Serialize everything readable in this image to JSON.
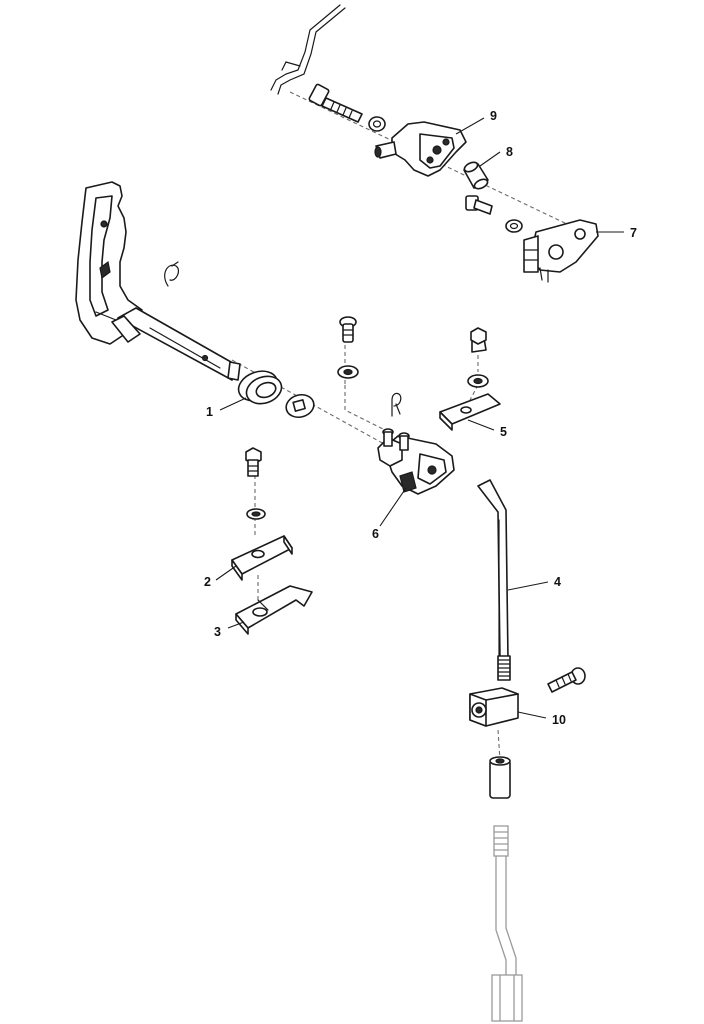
{
  "callouts": {
    "c1": "1",
    "c2": "2",
    "c3": "3",
    "c4": "4",
    "c5": "5",
    "c6": "6",
    "c7": "7",
    "c8": "8",
    "c9": "9",
    "c10": "10"
  },
  "colors": {
    "line": "#1a1a1a",
    "dash": "#6a6a6a",
    "ghost": "#9a9a9a",
    "background": "#ffffff"
  }
}
